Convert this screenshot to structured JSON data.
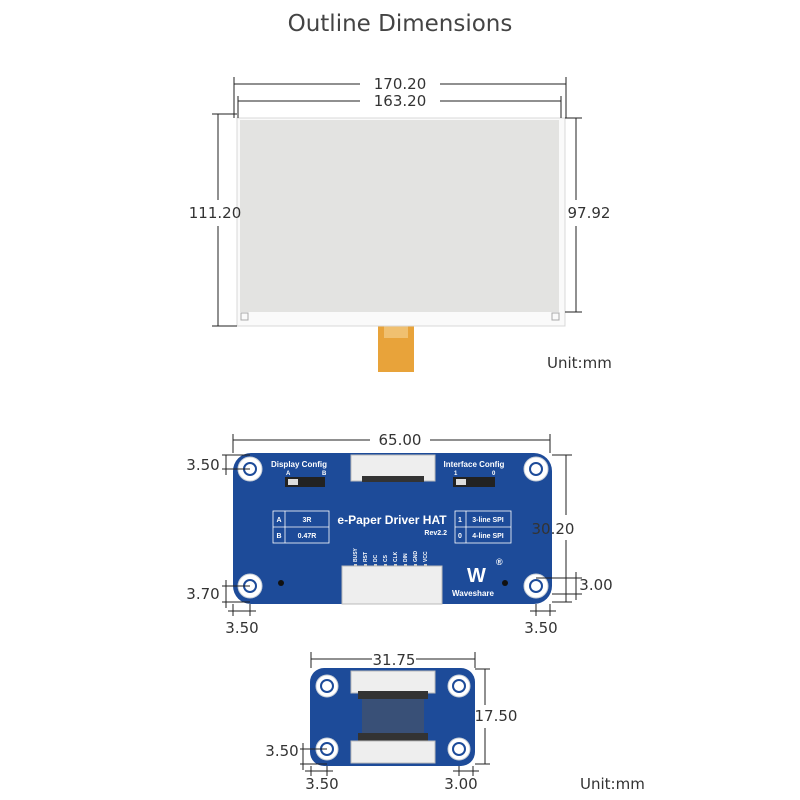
{
  "title": "Outline Dimensions",
  "display": {
    "width_outer": "170.20",
    "width_active": "163.20",
    "height_outer": "111.20",
    "height_active": "97.92",
    "unit": "Unit:mm"
  },
  "hat": {
    "width": "65.00",
    "height": "30.20",
    "hole_top_offset": "3.50",
    "hole_bottom_offset": "3.70",
    "hole_left_offset": "3.50",
    "hole_right_offset": "3.50",
    "hole_right_bottom_offset": "3.00",
    "display_config": "Display Config",
    "display_config_a": "A",
    "display_config_b": "B",
    "interface_config": "Interface Config",
    "interface_config_1": "1",
    "interface_config_0": "0",
    "table_left": [
      [
        "A",
        "3R"
      ],
      [
        "B",
        "0.47R"
      ]
    ],
    "table_right": [
      [
        "1",
        "3-line SPI"
      ],
      [
        "0",
        "4-line SPI"
      ]
    ],
    "board_name": "e-Paper Driver HAT",
    "revision": "Rev2.2",
    "pins": [
      "BUSY",
      "RST",
      "DC",
      "CS",
      "CLK",
      "DIN",
      "GND",
      "VCC"
    ],
    "brand": "Waveshare",
    "registered": "®"
  },
  "adapter": {
    "width": "31.75",
    "height": "17.50",
    "hole_bottom_offset": "3.50",
    "hole_left_offset": "3.50",
    "hole_right_offset": "3.00",
    "unit": "Unit:mm"
  },
  "colors": {
    "pcb": "#1d4b99",
    "fpc": "#e8a33a",
    "epaper": "#e3e3e1"
  }
}
